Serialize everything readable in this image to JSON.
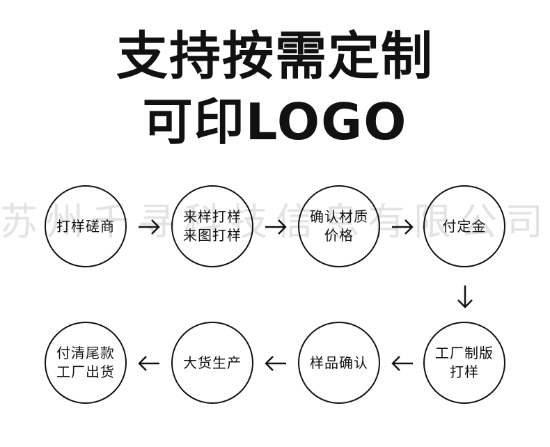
{
  "title": {
    "line1": "支持按需定制",
    "line2": "可印LOGO"
  },
  "watermark": "苏州千寻科技信息有限公司",
  "flow": {
    "steps": [
      {
        "lines": [
          "打样磋商"
        ]
      },
      {
        "lines": [
          "来样打样",
          "来图打样"
        ]
      },
      {
        "lines": [
          "确认材质",
          "价格"
        ]
      },
      {
        "lines": [
          "付定金"
        ]
      },
      {
        "lines": [
          "工厂制版",
          "打样"
        ]
      },
      {
        "lines": [
          "样品确认"
        ]
      },
      {
        "lines": [
          "大货生产"
        ]
      },
      {
        "lines": [
          "付清尾款",
          "工厂出货"
        ]
      }
    ]
  },
  "colors": {
    "ink": "#111111",
    "watermark": "#e3e3e3",
    "background": "#ffffff"
  }
}
